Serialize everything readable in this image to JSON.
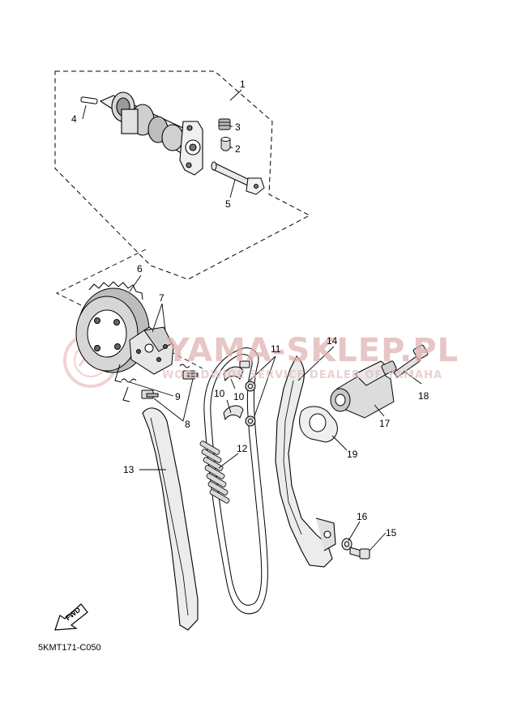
{
  "diagram": {
    "code": "5KMT171-C050",
    "fwd_label": "FWD",
    "watermark": {
      "main": "YAMA-SKLEP.PL",
      "sub": "WORLDWIDE SERVICE DEALER OF YAMAHA"
    },
    "callouts": {
      "c1": "1",
      "c2": "2",
      "c3": "3",
      "c4": "4",
      "c5": "5",
      "c6": "6",
      "c7": "7",
      "c8": "8",
      "c9": "9",
      "c10a": "10",
      "c10b": "10",
      "c11": "11",
      "c12": "12",
      "c13": "13",
      "c14": "14",
      "c15": "15",
      "c16": "16",
      "c17": "17",
      "c18": "18",
      "c19": "19"
    },
    "colors": {
      "line": "#000000",
      "watermark": "#d9a3a3"
    }
  }
}
